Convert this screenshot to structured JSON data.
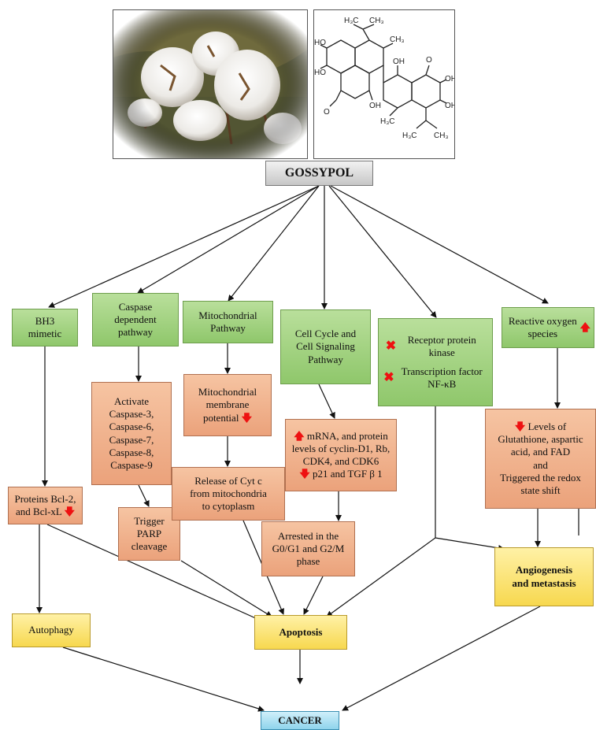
{
  "title": "GOSSYPOL",
  "pathways": {
    "bh3": "BH3 mimetic",
    "caspase": "Caspase dependent pathway",
    "mito": "Mitochondrial Pathway",
    "cellcycle": "Cell Cycle and Cell Signaling Pathway",
    "receptor": "Receptor protein kinase",
    "transcription": "Transcription factor NF-κB",
    "ros": "Reactive oxygen species"
  },
  "effects": {
    "activate_lines": [
      "Activate",
      "Caspase-3,",
      "Caspase-6,",
      "Caspase-7,",
      "Caspase-8,",
      "Caspase-9"
    ],
    "mito_membrane_lines": [
      "Mitochondrial",
      "membrane",
      "potential"
    ],
    "mrna_line1": "mRNA, and protein",
    "mrna_line2": "levels of cyclin-D1, Rb,",
    "mrna_line3": "CDK4, and CDK6",
    "mrna_line4": "p21 and TGF β 1",
    "glut_line1": "Levels of",
    "glut_line2": "Glutathione, aspartic",
    "glut_line3": "acid, and FAD",
    "glut_line4": "and",
    "glut_line5": "Triggered the redox",
    "glut_line6": "state shift",
    "bcl_line1": "Proteins Bcl-2,",
    "bcl_line2": "and Bcl-xL",
    "parp_lines": [
      "Trigger",
      "PARP",
      "cleavage"
    ],
    "cytc_lines": [
      "Release of Cyt c",
      "from mitochondria",
      "to cytoplasm"
    ],
    "arrest_lines": [
      "Arrested in the",
      "G0/G1 and G2/M",
      "phase"
    ]
  },
  "outcomes": {
    "autophagy": "Autophagy",
    "apoptosis": "Apoptosis",
    "angio_line1": "Angiogenesis",
    "angio_line2": "and metastasis",
    "cancer": "CANCER"
  },
  "chemical": {
    "labels": [
      "H3C",
      "CH3",
      "HO",
      "HO",
      "CH3",
      "OH",
      "OH",
      "OH",
      "OH",
      "O",
      "O",
      "H3C",
      "H3C",
      "CH3"
    ]
  },
  "colors": {
    "green": "#8fc76b",
    "orange": "#eba27b",
    "yellow": "#f7d84f",
    "blue": "#8fd4ec",
    "arrow_red": "#e11111"
  }
}
